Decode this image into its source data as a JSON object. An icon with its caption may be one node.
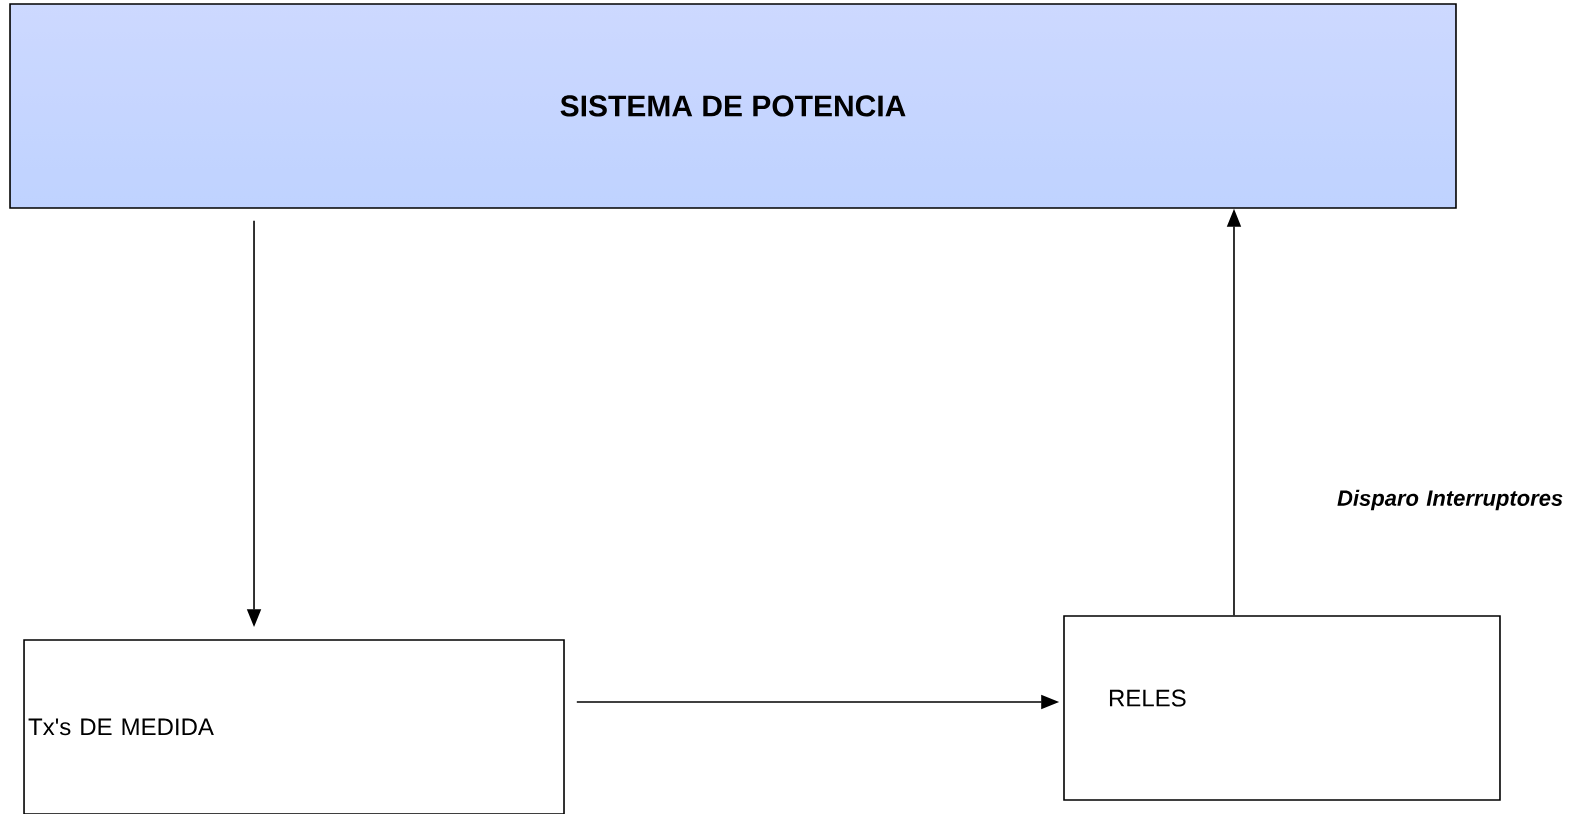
{
  "diagram": {
    "nodes": [
      {
        "text": [
          "SISTEMA DE POTENCIA"
        ]
      },
      {
        "text": [
          "Tx's DE MEDIDA"
        ]
      },
      {
        "text": [
          "RELES"
        ]
      }
    ],
    "edges": [
      {
        "from": 0,
        "to": 1,
        "arrow": "to"
      },
      {
        "from": 1,
        "to": 2,
        "arrow": "to"
      },
      {
        "from": 2,
        "to": 0,
        "arrow": "to",
        "label": "Disparo Interruptores"
      }
    ]
  }
}
